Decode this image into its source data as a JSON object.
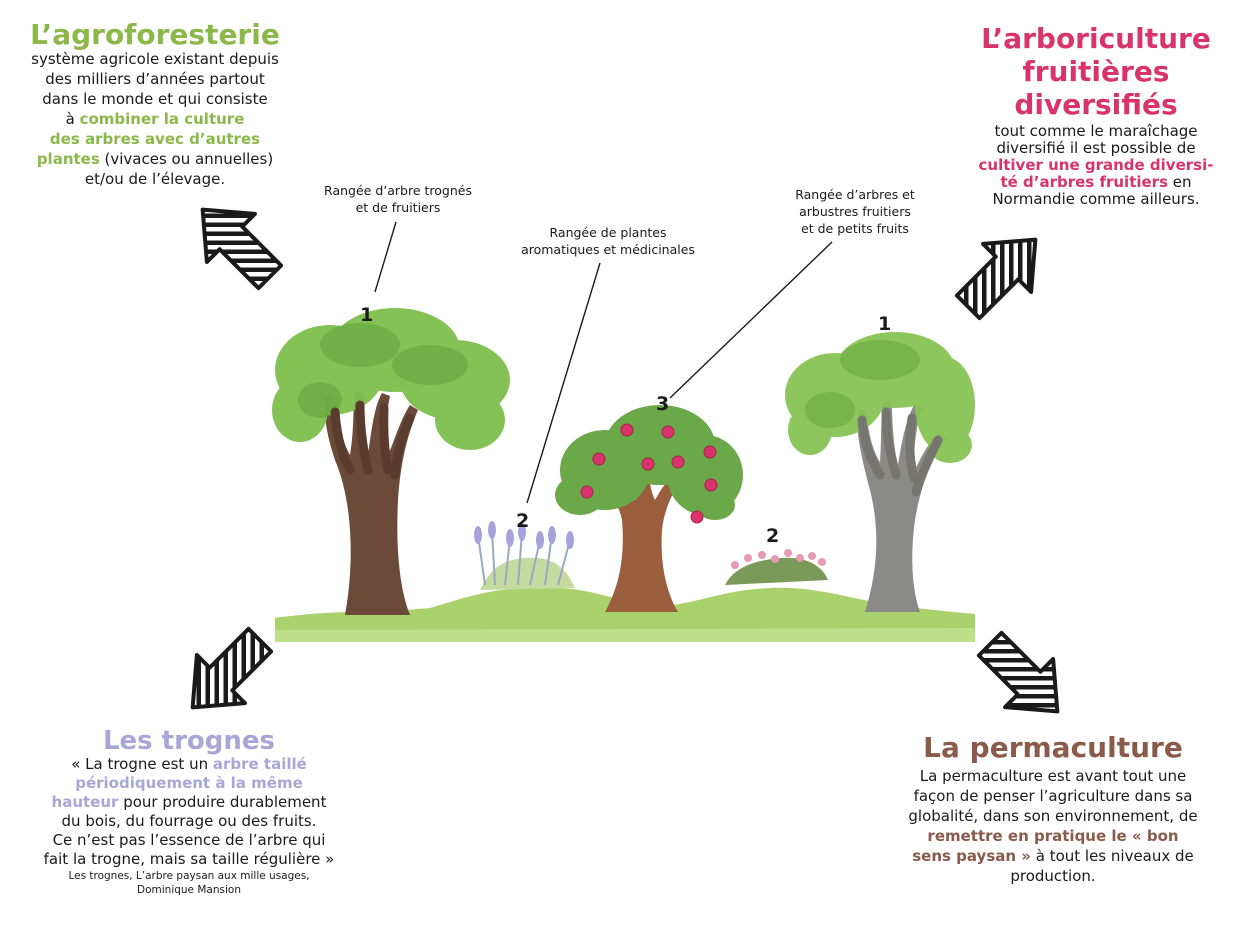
{
  "colors": {
    "agro": "#8cb84a",
    "arbo": "#d8336a",
    "trognes": "#a8a6d6",
    "perma": "#8a5a4a"
  },
  "agro": {
    "title": "L’agroforesterie",
    "line1": "système agricole existant depuis",
    "line2": "des milliers d’années partout",
    "line3": "dans le monde et qui consiste",
    "line4_pre": "à ",
    "line4_hl": "combiner la culture",
    "line5_hl": "des arbres avec d’autres",
    "line6_hl": "plantes",
    "line6_post": " (vivaces ou annuelles)",
    "line7": "et/ou de l’élevage."
  },
  "arbo": {
    "title1": "L’arboriculture",
    "title2": "fruitières",
    "title3": "diversifiés",
    "line1": "tout comme le maraîchage",
    "line2": "diversifié il est possible de",
    "line3_hl": "cultiver une grande diversi-",
    "line4_hl": "té d’arbres fruitiers",
    "line4_post": " en",
    "line5": "Normandie comme ailleurs."
  },
  "trognes": {
    "title": "Les trognes",
    "line1_pre": "« La trogne est un ",
    "line1_hl": "arbre taillé",
    "line2_hl": "périodiquement à la même",
    "line3_hl": "hauteur",
    "line3_post": " pour produire durablement",
    "line4": "du bois, du fourrage ou des fruits.",
    "line5": "Ce n’est pas l’essence de l’arbre qui",
    "line6": "fait la trogne, mais sa taille régulière »",
    "source1": "Les trognes, L’arbre paysan aux mille usages,",
    "source2": "Dominique Mansion"
  },
  "perma": {
    "title": "La permaculture",
    "line1": "La permaculture est avant tout une",
    "line2": "façon de penser l’agriculture dans sa",
    "line3": "globalité, dans son environnement, de",
    "line4_hl": "remettre en pratique le « bon",
    "line5_hl": "sens paysan »",
    "line5_post": " à tout les niveaux de",
    "line6": "production."
  },
  "labels": {
    "row1_line1": "Rangée d’arbre trognés",
    "row1_line2": "et de fruitiers",
    "row2_line1": "Rangée de plantes",
    "row2_line2": "aromatiques et médicinales",
    "row3_line1": "Rangée d’arbres et",
    "row3_line2": "arbustres fruitiers",
    "row3_line3": "et de petits fruits"
  },
  "numbers": {
    "n1": "1",
    "n2": "2",
    "n3": "3"
  },
  "arrow_icons": [
    "arrow-up-left-icon",
    "arrow-up-right-icon",
    "arrow-down-left-icon",
    "arrow-down-right-icon"
  ]
}
